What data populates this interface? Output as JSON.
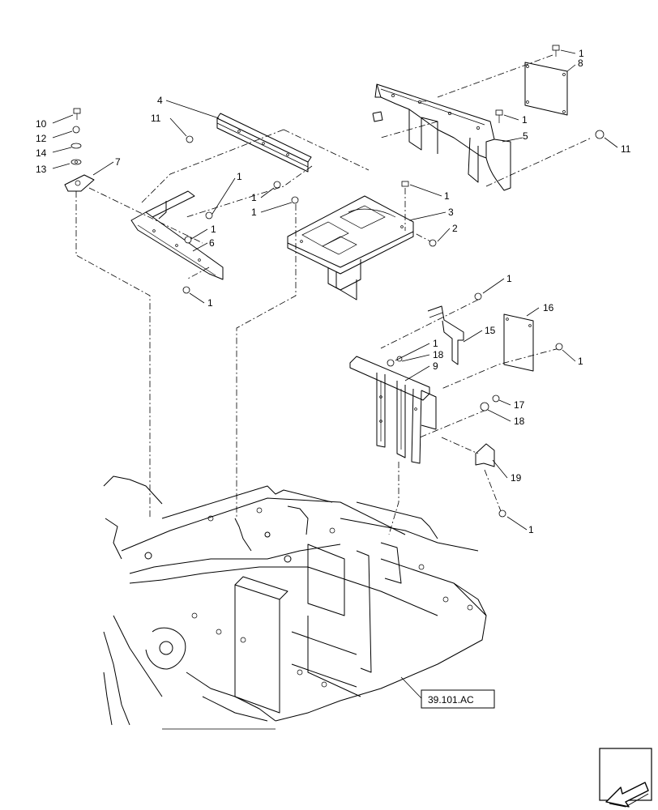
{
  "callouts": {
    "c1_a": "1",
    "c8": "8",
    "c1_b": "1",
    "c5": "5",
    "c11_r": "11",
    "c4": "4",
    "c11_l": "11",
    "c10": "10",
    "c12": "12",
    "c14": "14",
    "c13": "13",
    "c7": "7",
    "c1_c": "1",
    "c1_d": "1",
    "c1_e": "1",
    "c1_f": "1",
    "c3": "3",
    "c2": "2",
    "c1_g": "1",
    "c6": "6",
    "c1_h": "1",
    "c1_i": "1",
    "c16": "16",
    "c15": "15",
    "c1_j": "1",
    "c18_a": "18",
    "c9": "9",
    "c1_k": "1",
    "c17": "17",
    "c18_b": "18",
    "c19": "19",
    "c1_l": "1"
  },
  "reference": {
    "label": "39.101.AC"
  },
  "nav": {
    "icon": "arrow-icon"
  }
}
